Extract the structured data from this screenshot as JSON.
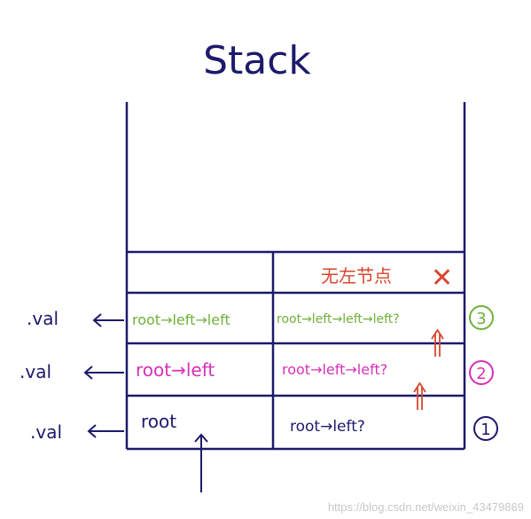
{
  "title": "Stack",
  "colors": {
    "ink": "#1c1a6b",
    "green": "#6fb13a",
    "magenta": "#d631b7",
    "red": "#d8452d",
    "watermark": "#c8c8c8"
  },
  "top_row_note": "无左节点",
  "top_row_mark": "✕",
  "rows": [
    {
      "left_value_label": ".val",
      "left_cell": "root→left→left",
      "right_cell": "root→left→left→left?",
      "step": "3",
      "color": "#6fb13a"
    },
    {
      "left_value_label": ".val",
      "left_cell": "root→left",
      "right_cell": "root→left→left?",
      "step": "2",
      "color": "#d631b7"
    },
    {
      "left_value_label": ".val",
      "left_cell": "root",
      "right_cell": "root→left?",
      "step": "1",
      "color": "#1c1a6b"
    }
  ],
  "watermark": "https://blog.csdn.net/weixin_43479869"
}
